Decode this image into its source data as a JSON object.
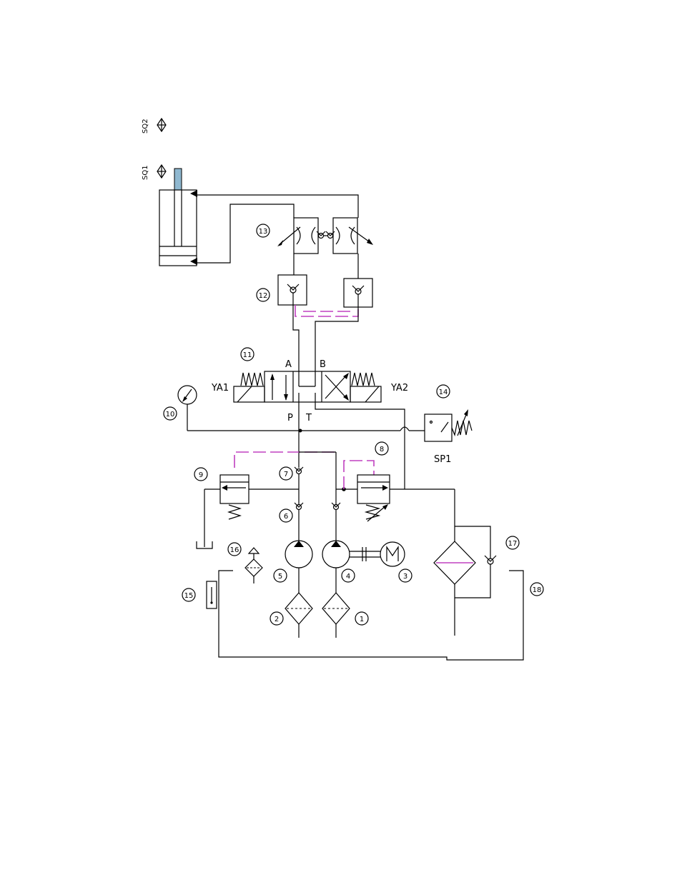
{
  "labels": {
    "sq1": "SQ1",
    "sq2": "SQ2",
    "port_a": "A",
    "port_b": "B",
    "port_p": "P",
    "port_t": "T",
    "ya1": "YA1",
    "ya2": "YA2",
    "sp1": "SP1"
  },
  "component_numbers": {
    "c1": "1",
    "c2": "2",
    "c3": "3",
    "c4": "4",
    "c5": "5",
    "c6": "6",
    "c7": "7",
    "c8": "8",
    "c9": "9",
    "c10": "10",
    "c11": "11",
    "c12": "12",
    "c13": "13",
    "c14": "14",
    "c15": "15",
    "c16": "16",
    "c17": "17",
    "c18": "18"
  },
  "colors": {
    "line": "#000000",
    "pilot_line": "#c040c0",
    "filter_element": "#c040c0",
    "piston_rod": "#8fb8d0"
  }
}
